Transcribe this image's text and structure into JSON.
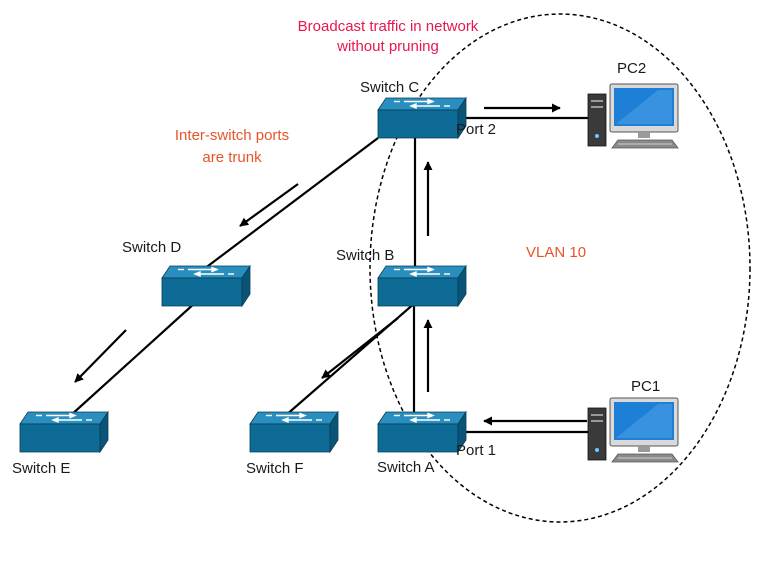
{
  "title_lines": [
    "Broadcast traffic in network",
    "without pruning"
  ],
  "trunk_note_lines": [
    "Inter-switch ports",
    "are trunk"
  ],
  "vlan_label": "VLAN 10",
  "switches": {
    "a": "Switch A",
    "b": "Switch B",
    "c": "Switch C",
    "d": "Switch D",
    "e": "Switch E",
    "f": "Switch F"
  },
  "pcs": {
    "pc1": "PC1",
    "pc2": "PC2"
  },
  "ports": {
    "port1": "Port 1",
    "port2": "Port 2"
  },
  "colors": {
    "title_text": "#e8174f",
    "note_text": "#e8542a",
    "switch_top": "#2a8fbf",
    "switch_front": "#0e6b96",
    "switch_side": "#0a5478",
    "monitor_screen": "#1d7fd6",
    "link": "#000000"
  },
  "icons": {
    "switch": "network-switch-icon",
    "pc": "desktop-computer-icon",
    "arrow": "traffic-direction-arrow"
  }
}
